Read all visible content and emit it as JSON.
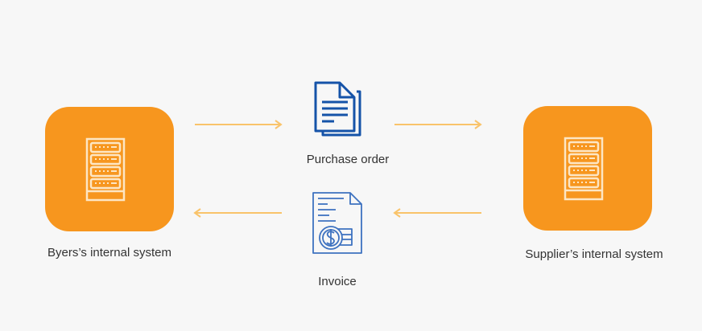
{
  "buyer": {
    "label": "Byers’s internal system",
    "icon": "server-icon"
  },
  "supplier": {
    "label": "Supplier’s internal system",
    "icon": "server-icon"
  },
  "purchase_order": {
    "label": "Purchase order",
    "icon": "document-icon"
  },
  "invoice": {
    "label": "Invoice",
    "icon": "invoice-dollar-icon"
  },
  "colors": {
    "box": "#f7961e",
    "arrow": "#f9c36a",
    "doc": "#1553a8",
    "invoice": "#3e72c0"
  }
}
